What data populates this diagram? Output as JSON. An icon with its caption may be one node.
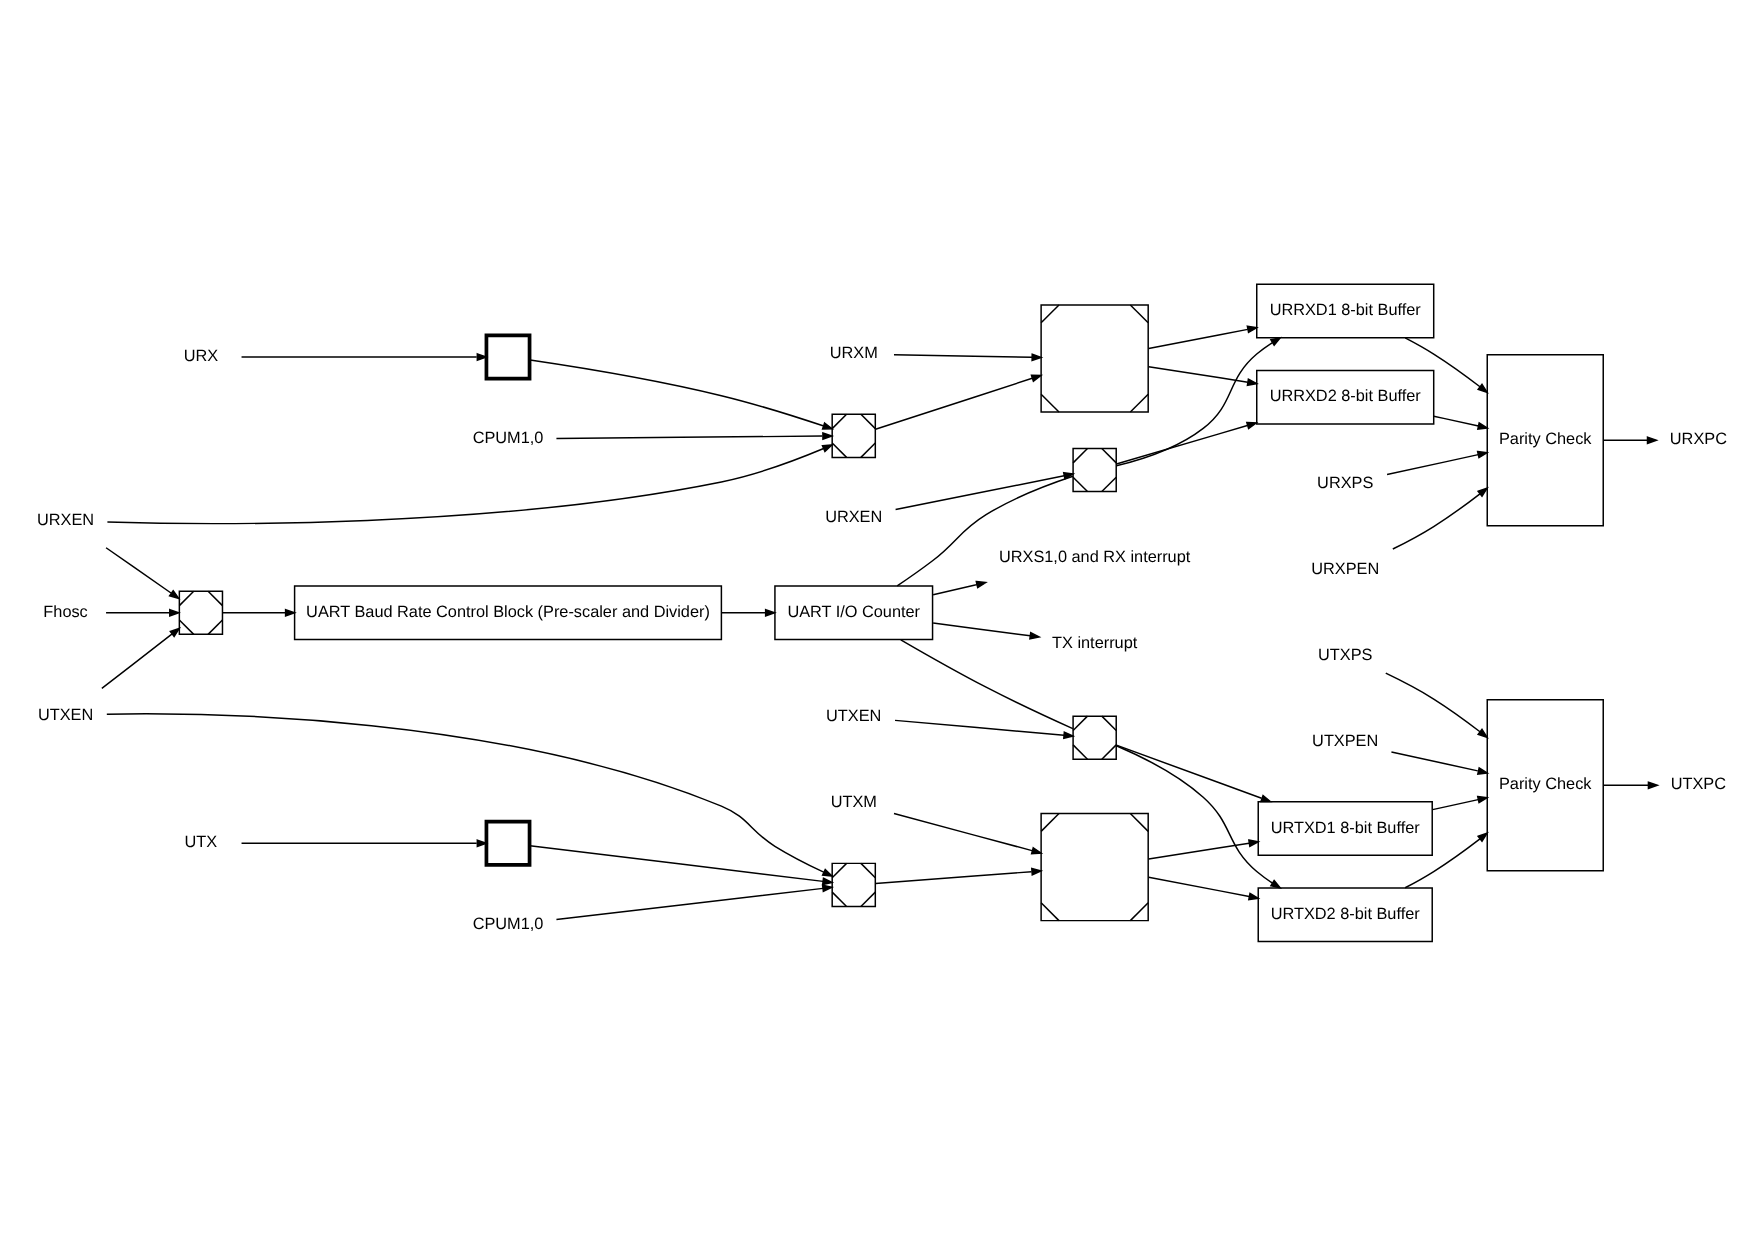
{
  "diagram": {
    "nodes": [
      {
        "text": [
          "URX"
        ]
      },
      {
        "text": [],
        "shape": "box"
      },
      {
        "text": [],
        "shape": "box"
      },
      {
        "text": [
          "CPUM1,0"
        ]
      },
      {
        "text": [
          "URXEN"
        ]
      },
      {
        "text": [
          "URXM"
        ]
      },
      {
        "text": [],
        "shape": "box"
      },
      {
        "text": [
          "URRXD1 8-bit Buffer"
        ]
      },
      {
        "text": [
          "URRXD2 8-bit Buffer"
        ]
      },
      {
        "text": [
          "URXPS"
        ]
      },
      {
        "text": [
          "URXPEN"
        ]
      },
      {
        "text": [
          "Parity Check"
        ]
      },
      {
        "text": [
          "URXPC"
        ]
      },
      {
        "text": [],
        "shape": "box"
      },
      {
        "text": [
          "URXEN"
        ]
      },
      {
        "text": [
          "Fhosc"
        ]
      },
      {
        "text": [],
        "shape": "box"
      },
      {
        "text": [
          "UART Baud Rate Control Block (Pre-scaler and Divider)"
        ]
      },
      {
        "text": [
          "UART I/O Counter"
        ]
      },
      {
        "text": [
          "URXS1,0 and RX interrupt"
        ]
      },
      {
        "text": [
          "TX interrupt"
        ]
      },
      {
        "text": [],
        "shape": "box"
      },
      {
        "text": [
          "UTXEN"
        ]
      },
      {
        "text": [
          "UTXPS"
        ]
      },
      {
        "text": [
          "UTXPEN"
        ]
      },
      {
        "text": [
          "URTXD1 8-bit Buffer"
        ]
      },
      {
        "text": [
          "Parity Check"
        ]
      },
      {
        "text": [
          "UTXPC"
        ]
      },
      {
        "text": [
          "UTXEN"
        ]
      },
      {
        "text": [
          "UTX"
        ]
      },
      {
        "text": [],
        "shape": "box"
      },
      {
        "text": [],
        "shape": "box"
      },
      {
        "text": [
          "UTXM"
        ]
      },
      {
        "text": [],
        "shape": "box"
      },
      {
        "text": [
          "URTXD2 8-bit Buffer"
        ]
      },
      {
        "text": [
          "CPUM1,0"
        ]
      }
    ],
    "edges": [
      {
        "from": 0,
        "to": 1,
        "arrow": "to"
      },
      {
        "from": 1,
        "to": 2,
        "arrow": "to"
      },
      {
        "from": 3,
        "to": 2,
        "arrow": "to"
      },
      {
        "from": 4,
        "to": 2,
        "arrow": "to"
      },
      {
        "from": 2,
        "to": 6,
        "arrow": "to"
      },
      {
        "from": 5,
        "to": 6,
        "arrow": "to"
      },
      {
        "from": 6,
        "to": 7,
        "arrow": "to"
      },
      {
        "from": 6,
        "to": 8,
        "arrow": "to"
      },
      {
        "from": 7,
        "to": 11,
        "arrow": "to"
      },
      {
        "from": 8,
        "to": 11,
        "arrow": "to"
      },
      {
        "from": 9,
        "to": 11,
        "arrow": "to"
      },
      {
        "from": 10,
        "to": 11,
        "arrow": "to"
      },
      {
        "from": 11,
        "to": 12,
        "arrow": "to"
      },
      {
        "from": 13,
        "to": 7,
        "arrow": "to"
      },
      {
        "from": 13,
        "to": 8,
        "arrow": "to"
      },
      {
        "from": 14,
        "to": 13,
        "arrow": "to"
      },
      {
        "from": 18,
        "to": 13,
        "arrow": "none"
      },
      {
        "from": 4,
        "to": 16,
        "arrow": "to"
      },
      {
        "from": 15,
        "to": 16,
        "arrow": "to"
      },
      {
        "from": 16,
        "to": 17,
        "arrow": "to"
      },
      {
        "from": 17,
        "to": 18,
        "arrow": "to"
      },
      {
        "from": 18,
        "to": 19,
        "arrow": "to"
      },
      {
        "from": 18,
        "to": 20,
        "arrow": "to"
      },
      {
        "from": 18,
        "to": 21,
        "arrow": "none"
      },
      {
        "from": 22,
        "to": 21,
        "arrow": "to"
      },
      {
        "from": 21,
        "to": 25,
        "arrow": "to"
      },
      {
        "from": 21,
        "to": 34,
        "arrow": "to"
      },
      {
        "from": 28,
        "to": 16,
        "arrow": "to"
      },
      {
        "from": 28,
        "to": 31,
        "arrow": "to"
      },
      {
        "from": 23,
        "to": 26,
        "arrow": "to"
      },
      {
        "from": 24,
        "to": 26,
        "arrow": "to"
      },
      {
        "from": 25,
        "to": 26,
        "arrow": "to"
      },
      {
        "from": 34,
        "to": 26,
        "arrow": "to"
      },
      {
        "from": 26,
        "to": 27,
        "arrow": "to"
      },
      {
        "from": 29,
        "to": 30,
        "arrow": "to"
      },
      {
        "from": 30,
        "to": 31,
        "arrow": "to"
      },
      {
        "from": 35,
        "to": 31,
        "arrow": "to"
      },
      {
        "from": 31,
        "to": 33,
        "arrow": "to"
      },
      {
        "from": 32,
        "to": 33,
        "arrow": "to"
      },
      {
        "from": 33,
        "to": 25,
        "arrow": "to"
      },
      {
        "from": 33,
        "to": 34,
        "arrow": "to"
      }
    ]
  }
}
